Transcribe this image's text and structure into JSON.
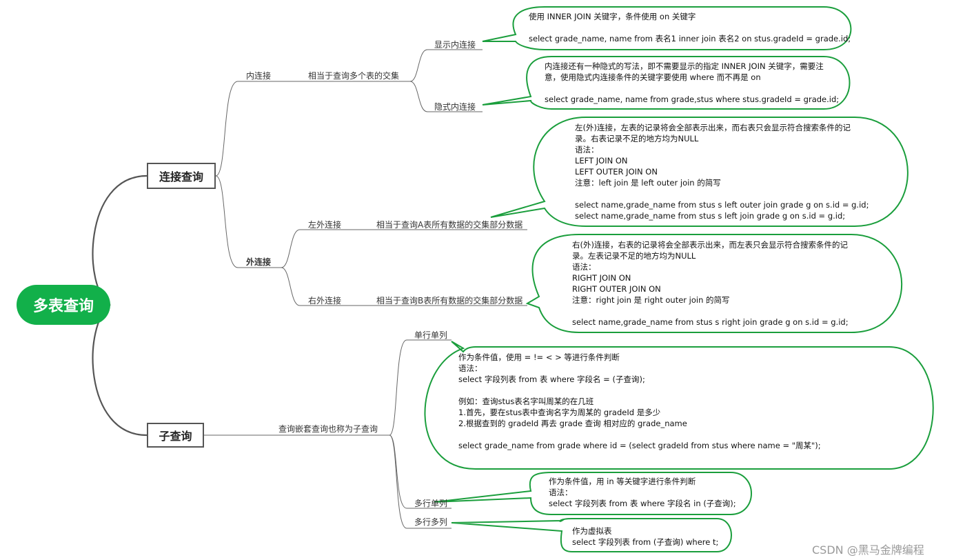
{
  "root": {
    "label": "多表查询"
  },
  "join": {
    "label": "连接查询",
    "inner": {
      "label": "内连接",
      "desc": "相当于查询多个表的交集",
      "explicit": {
        "label": "显示内连接",
        "note": "使用 INNER JOIN 关键字，条件使用 on 关键字\n\nselect grade_name, name from 表名1 inner join 表名2 on stus.gradeId = grade.id;"
      },
      "implicit": {
        "label": "隐式内连接",
        "note": "内连接还有一种隐式的写法，即不需要显示的指定 INNER JOIN 关键字，需要注\n意，使用隐式内连接条件的关键字要使用 where 而不再是 on\n\nselect grade_name, name from grade,stus where stus.gradeId = grade.id;"
      }
    },
    "outer": {
      "label": "外连接",
      "left": {
        "label": "左外连接",
        "desc": "相当于查询A表所有数据的交集部分数据",
        "note": "左(外)连接，左表的记录将会全部表示出来，而右表只会显示符合搜索条件的记\n录。右表记录不足的地方均为NULL\n语法：\nLEFT JOIN ON\nLEFT OUTER JOIN ON\n注意：left join 是 left outer join 的简写\n\nselect name,grade_name from stus s left outer join grade g on s.id = g.id;\nselect name,grade_name from stus s left join grade g on s.id = g.id;"
      },
      "right": {
        "label": "右外连接",
        "desc": "相当于查询B表所有数据的交集部分数据",
        "note": "右(外)连接，右表的记录将会全部表示出来，而左表只会显示符合搜索条件的记\n录。左表记录不足的地方均为NULL\n语法：\nRIGHT JOIN ON\nRIGHT OUTER JOIN ON\n注意：right join 是 right outer join 的简写\n\nselect name,grade_name from stus s right join grade g on s.id = g.id;"
      }
    }
  },
  "subquery": {
    "label": "子查询",
    "desc": "查询嵌套查询也称为子查询",
    "single": {
      "label": "单行单列",
      "note": "作为条件值，使用 = != < > 等进行条件判断\n语法：\nselect 字段列表 from 表 where 字段名 = (子查询);\n\n例如：查询stus表名字叫周某的在几班\n1.首先，要在stus表中查询名字为周某的 gradeId 是多少\n2.根据查到的 gradeId 再去 grade 查询 相对应的 grade_name\n\nselect grade_name from grade where id = (select gradeId from stus where name = \"周某\");"
    },
    "multi_row": {
      "label": "多行单列",
      "note": "作为条件值，用 in 等关键字进行条件判断\n语法：\nselect 字段列表 from 表 where 字段名 in (子查询);"
    },
    "multi_col": {
      "label": "多行多列",
      "note": "作为虚拟表\nselect 字段列表 from (子查询) where t;"
    }
  },
  "watermark": "CSDN @黑马金牌编程",
  "colors": {
    "accent": "#12b04a",
    "line": "#555555",
    "callout_border": "#1a9e3c"
  }
}
